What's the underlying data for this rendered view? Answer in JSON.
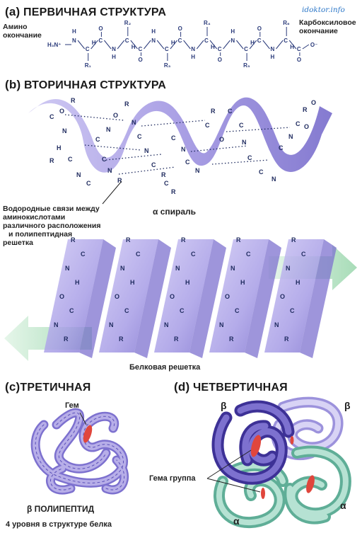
{
  "watermark": "idoktor.info",
  "primary": {
    "title_letter": "(a)",
    "title": "ПЕРВИЧНАЯ СТРУКТУРА",
    "amino_end": [
      "Амино",
      "окончание"
    ],
    "carboxyl_end": [
      "Карбоксиловое",
      "окончание"
    ],
    "chain_atoms": [
      "N",
      "C",
      "C",
      "N",
      "C",
      "C",
      "N",
      "C",
      "C",
      "N",
      "C",
      "C",
      "N",
      "C",
      "C",
      "N",
      "C",
      "C"
    ],
    "r_groups": [
      "R₁",
      "R₂",
      "R₃",
      "R₄",
      "R₅",
      "R₆"
    ],
    "n_terminus": "H₃N⁺",
    "c_terminus": "O⁻"
  },
  "secondary": {
    "title_letter": "(b)",
    "title": "ВТОРИЧНАЯ СТРУКТУРА",
    "h_bonds_label": [
      "Водородные связи между",
      "аминокислотами",
      "различного расположения",
      "и полипептидная",
      "решетка"
    ],
    "helix_label": "α спираль",
    "sheet_label": "Белковая решетка"
  },
  "tertiary": {
    "title_letter": "(c)",
    "title": "ТРЕТИЧНАЯ",
    "heme_label": "Гем",
    "chain_label": "β ПОЛИПЕПТИД"
  },
  "quaternary": {
    "title_letter": "(d)",
    "title": "ЧЕТВЕРТИЧНАЯ",
    "heme_group_label": "Гема группа",
    "subunits": [
      "β",
      "β",
      "α",
      "α"
    ]
  },
  "footer": "4 уровня в структуре белка",
  "colors": {
    "helix": "#9b8fe0",
    "helix_dark": "#6f63c8",
    "sheet": "#a79de6",
    "arrow": "#bfe6c9",
    "heme": "#e0463c",
    "beta_dark": "#5a4fb8",
    "beta_light": "#b7aee8",
    "alpha": "#7fc6b0"
  }
}
